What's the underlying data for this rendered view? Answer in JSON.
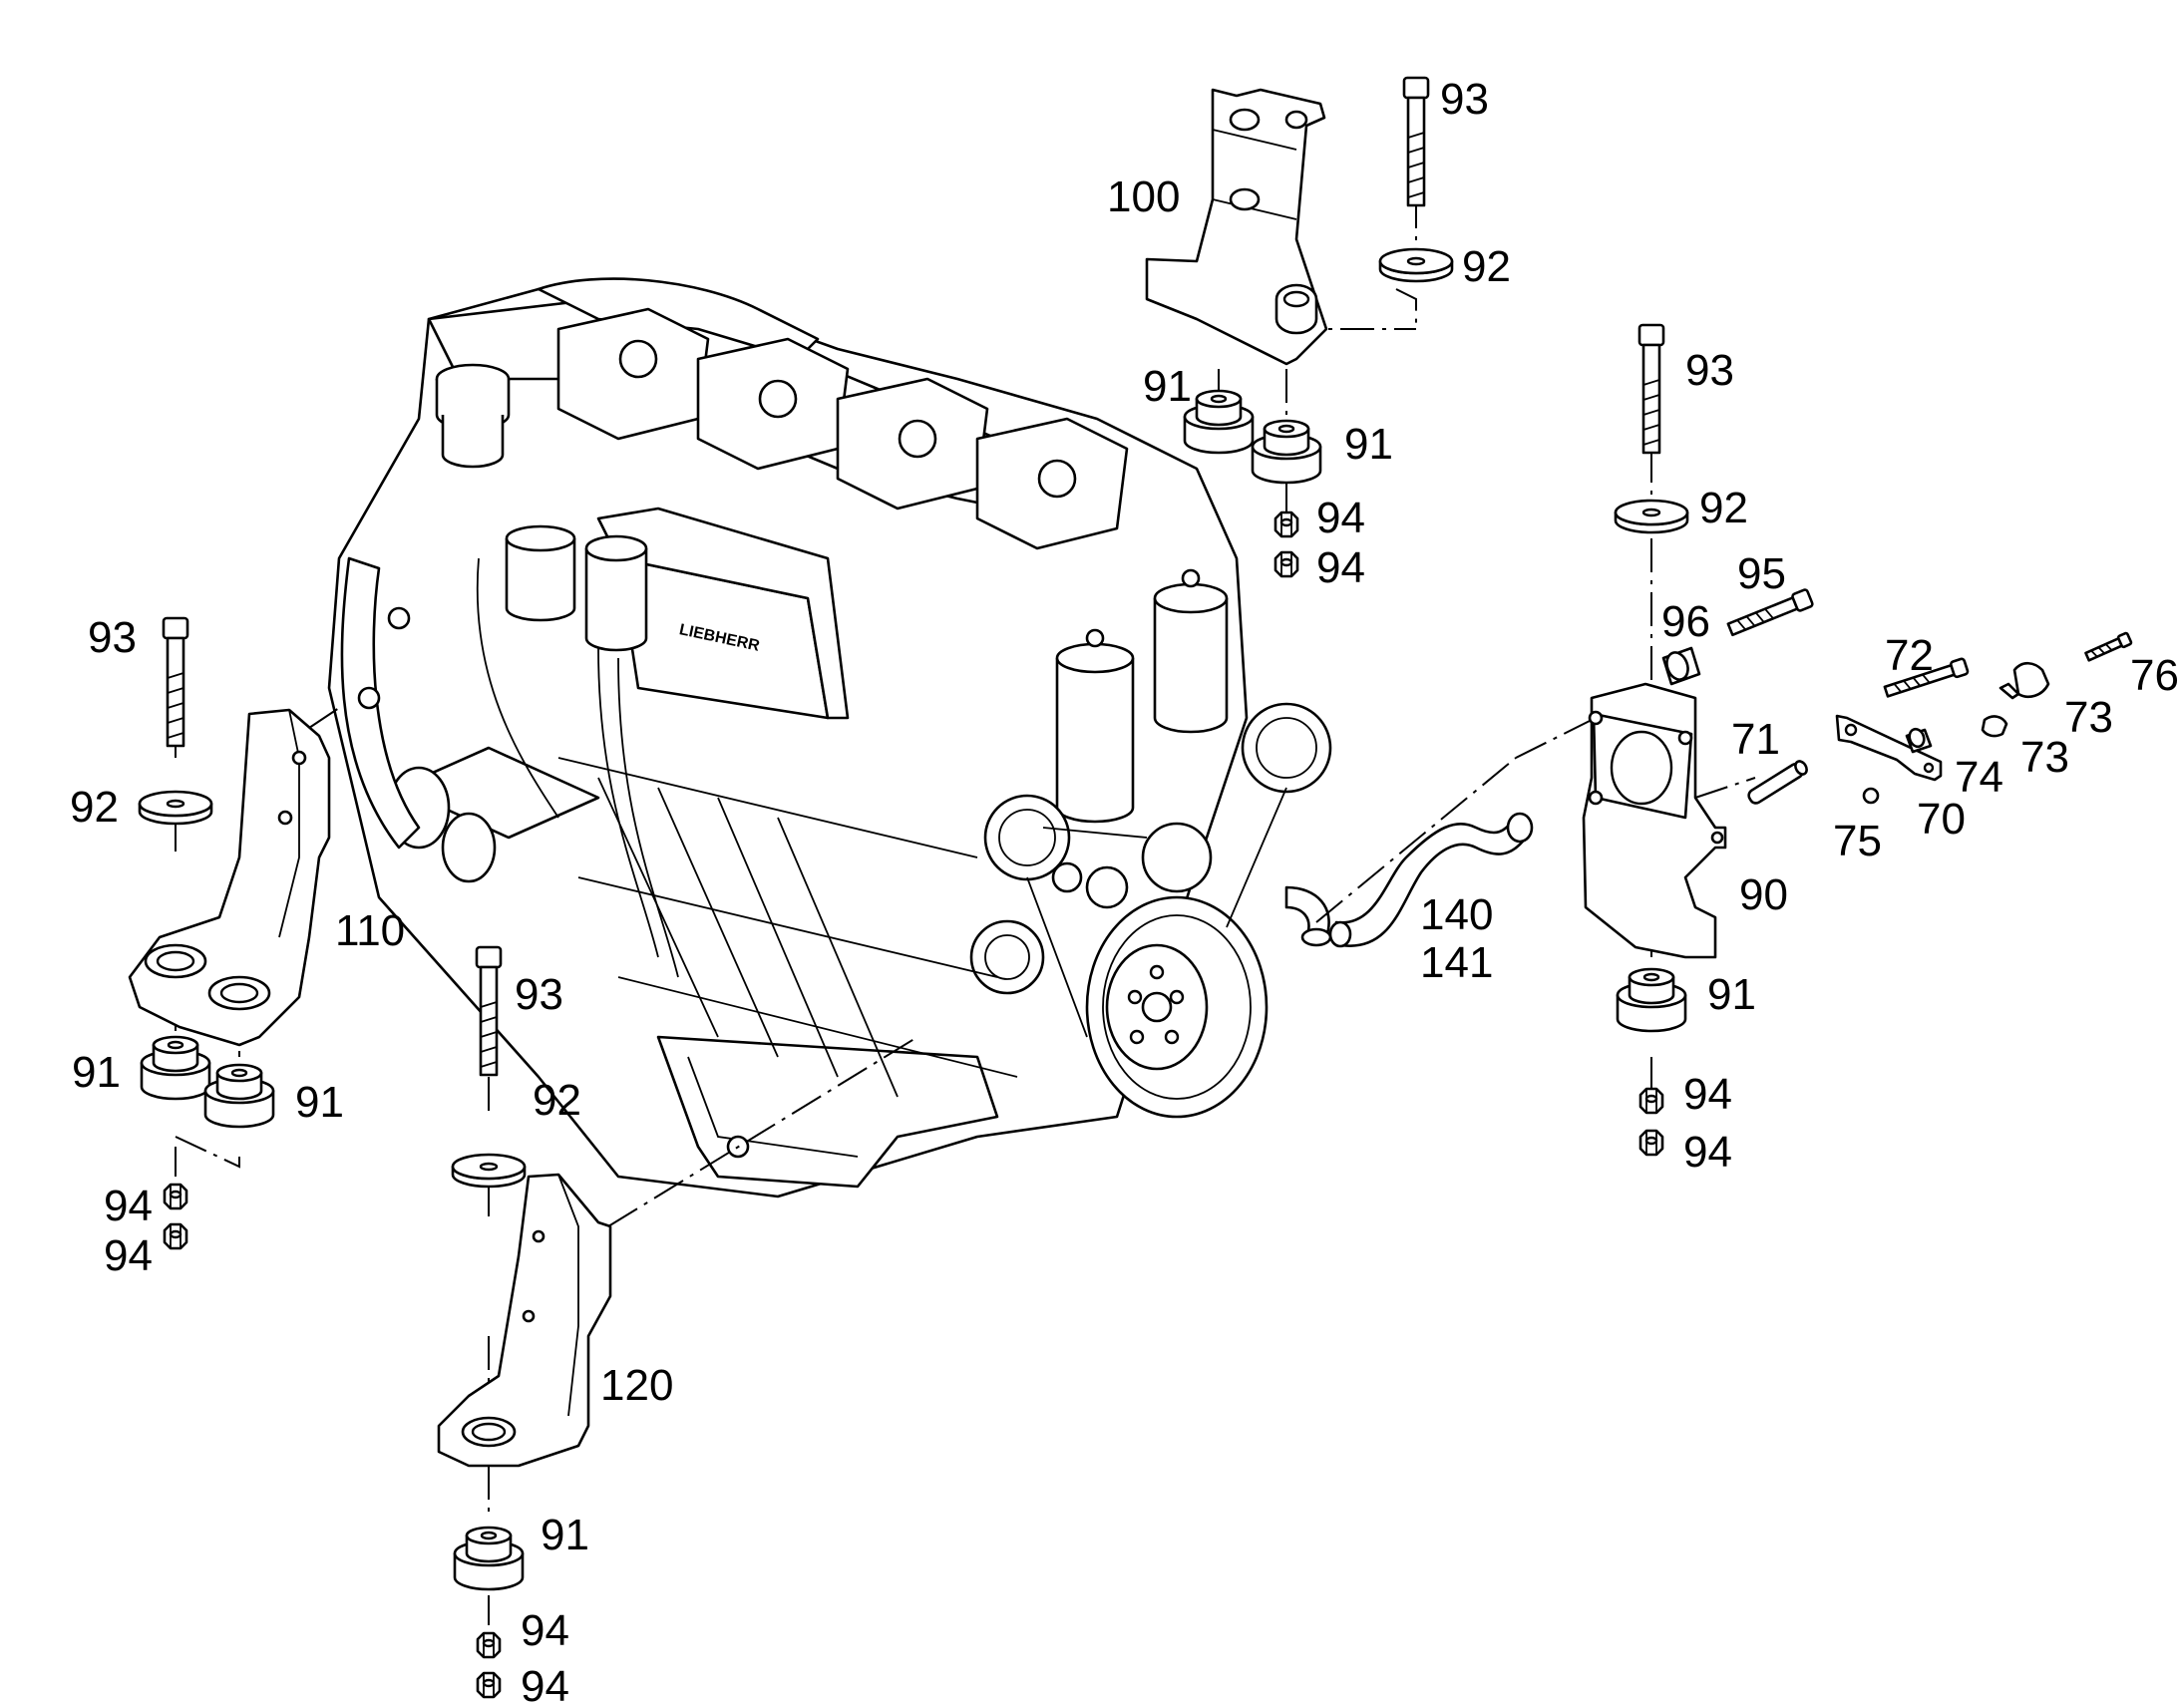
{
  "diagram": {
    "callouts": {
      "c100": "100",
      "c93a": "93",
      "c92a": "92",
      "c91a": "91",
      "c91b": "91",
      "c94a": "94",
      "c94b": "94",
      "c93b": "93",
      "c92b": "92",
      "c95": "95",
      "c96": "96",
      "c72": "72",
      "c76": "76",
      "c73a": "73",
      "c73b": "73",
      "c71": "71",
      "c74": "74",
      "c70": "70",
      "c75": "75",
      "c90": "90",
      "c91c": "91",
      "c94c": "94",
      "c94d": "94",
      "c140": "140",
      "c141": "141",
      "c93c": "93",
      "c92c": "92",
      "c110": "110",
      "c91d": "91",
      "c91e": "91",
      "c94e": "94",
      "c94f": "94",
      "c93d": "93",
      "c92d": "92",
      "c120": "120",
      "c91f": "91",
      "c94g": "94",
      "c94h": "94"
    },
    "engine_brand": "LIEBHERR"
  }
}
